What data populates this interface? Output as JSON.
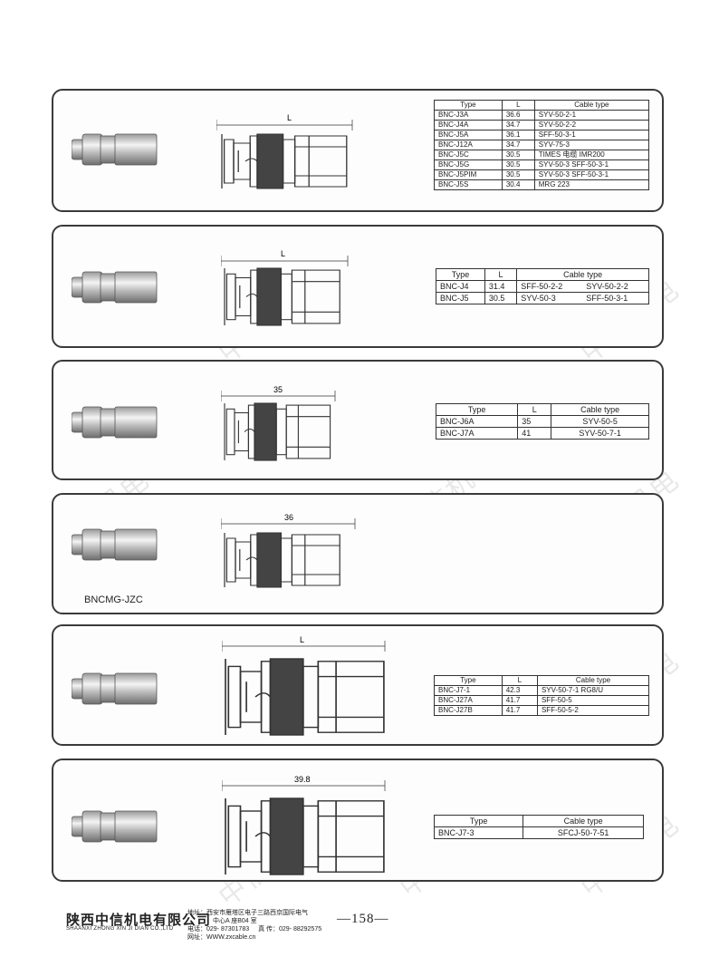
{
  "panels": [
    {
      "dim": "L",
      "headers": [
        "Type",
        "L",
        "Cable type"
      ],
      "rows": [
        [
          "BNC-J3A",
          "36.6",
          "SYV-50-2-1"
        ],
        [
          "BNC-J4A",
          "34.7",
          "SYV-50-2-2"
        ],
        [
          "BNC-J5A",
          "36.1",
          "SFF-50-3-1"
        ],
        [
          "BNC-J12A",
          "34.7",
          "SYV-75-3"
        ],
        [
          "BNC-J5C",
          "30.5",
          "TIMES 电缆 IMR200"
        ],
        [
          "BNC-J5G",
          "30.5",
          "SYV-50-3   SFF-50-3-1"
        ],
        [
          "BNC-J5PIM",
          "30.5",
          "SYV-50-3   SFF-50-3-1"
        ],
        [
          "BNC-J5S",
          "30.4",
          "MRG 223"
        ]
      ]
    },
    {
      "dim": "L",
      "headers": [
        "Type",
        "L",
        "Cable type"
      ],
      "rows": [
        [
          "BNC-J4",
          "31.4",
          "SFF-50-2-2",
          "SYV-50-2-2"
        ],
        [
          "BNC-J5",
          "30.5",
          "SYV-50-3",
          "SFF-50-3-1"
        ]
      ]
    },
    {
      "dim": "35",
      "headers": [
        "Type",
        "L",
        "Cable type"
      ],
      "rows": [
        [
          "BNC-J6A",
          "35",
          "SYV-50-5"
        ],
        [
          "BNC-J7A",
          "41",
          "SYV-50-7-1"
        ]
      ]
    },
    {
      "dim": "36",
      "model": "BNCMG-JZC"
    },
    {
      "dim": "L",
      "headers": [
        "Type",
        "L",
        "Cable type"
      ],
      "rows": [
        [
          "BNC-J7-1",
          "42.3",
          "SYV-50-7-1      RG8/U"
        ],
        [
          "BNC-J27A",
          "41.7",
          "SFF-50-5"
        ],
        [
          "BNC-J27B",
          "41.7",
          "SFF-50-5-2"
        ]
      ]
    },
    {
      "dim": "39.8",
      "headers": [
        "Type",
        "Cable type"
      ],
      "rows": [
        [
          "BNC-J7-3",
          "SFCJ-50-7-51"
        ]
      ]
    }
  ],
  "watermark": "中信机电",
  "footer": {
    "company_cn": "陕西中信机电有限公司",
    "company_en": "SHAANXI ZHONG XIN JI DIAN CO.,LTD",
    "address_line1": "地址：西安市雁塔区电子三路西京国际电气",
    "address_line2": "中心A 座B04 室",
    "phone": "电话：029- 87301783",
    "fax": "真 传：029- 88292575",
    "website": "网址：WWW.zxcable.cn",
    "page_number": "—158—"
  }
}
